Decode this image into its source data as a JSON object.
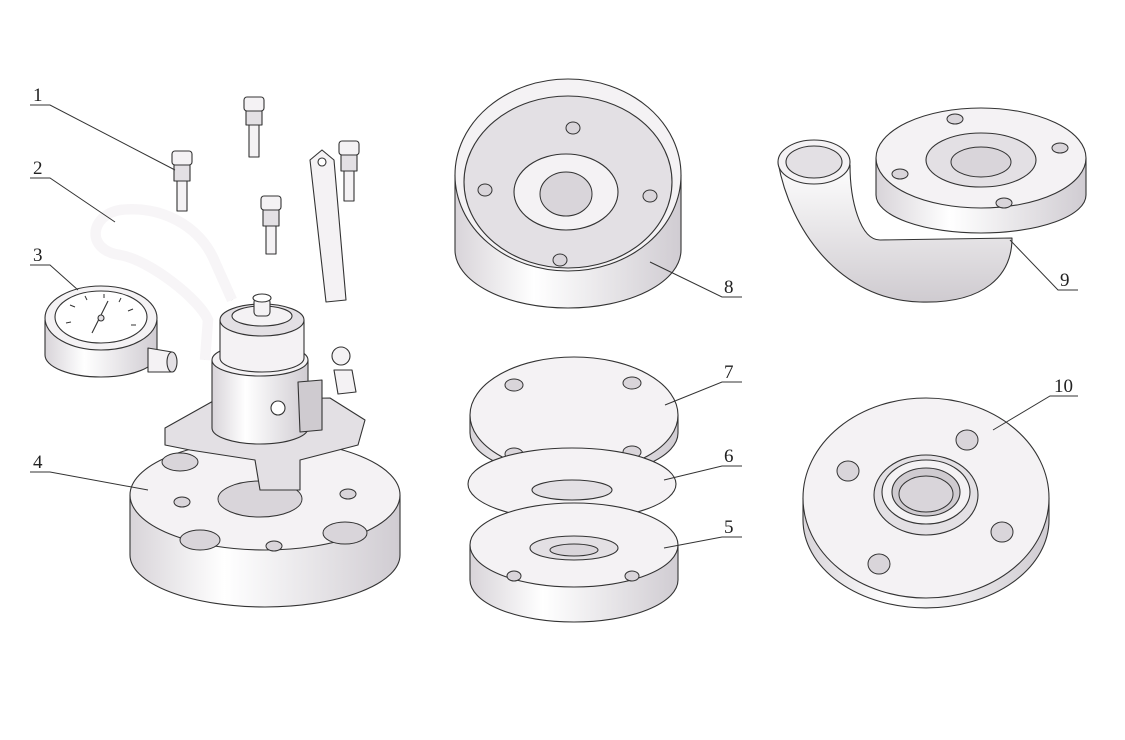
{
  "diagram": {
    "callouts": [
      {
        "id": "1",
        "label": "1"
      },
      {
        "id": "2",
        "label": "2"
      },
      {
        "id": "3",
        "label": "3"
      },
      {
        "id": "4",
        "label": "4"
      },
      {
        "id": "5",
        "label": "5"
      },
      {
        "id": "6",
        "label": "6"
      },
      {
        "id": "7",
        "label": "7"
      },
      {
        "id": "8",
        "label": "8"
      },
      {
        "id": "9",
        "label": "9"
      },
      {
        "id": "10",
        "label": "10"
      }
    ],
    "colors": {
      "line": "#333333",
      "surface_light": "#f4f2f4",
      "surface_mid": "#e3e0e4",
      "surface_dark": "#cfcbd0",
      "background": "#ffffff"
    }
  }
}
